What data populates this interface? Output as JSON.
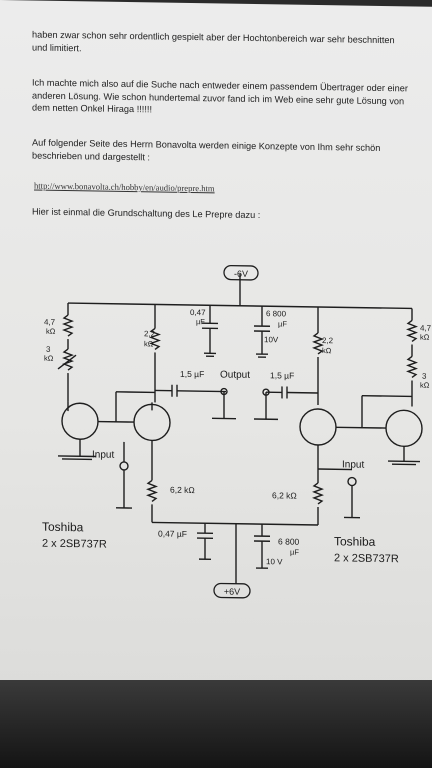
{
  "paragraphs": [
    "haben zwar schon sehr ordentlich gespielt aber der Hochtonbereich war sehr beschnitten und limitiert.",
    "Ich machte mich also auf die Suche nach entweder einem passendem Übertrager oder einer anderen Lösung. Wie schon hundertemal zuvor fand ich im Web eine sehr gute Lösung von dem netten Onkel Hiraga !!!!!!",
    "Auf folgender Seite des Herrn Bonavolta werden einige Konzepte von Ihm sehr schön beschrieben und dargestellt :"
  ],
  "link": "http://www.bonavolta.ch/hobby/en/audio/prepre.htm",
  "caption": "Hier ist einmal die Grundschaltung des Le Prepre dazu :",
  "schematic": {
    "supply_top": "-6V",
    "supply_bottom": "+6V",
    "cap_top_left": [
      "0,47",
      "µF"
    ],
    "cap_top_right": [
      "6 800",
      "µF",
      "10V"
    ],
    "res_left_top": [
      "4,7",
      "kΩ"
    ],
    "pot_left": [
      "3",
      "kΩ"
    ],
    "res_22_left": [
      "2,2",
      "kΩ"
    ],
    "res_22_right": [
      "2,2",
      "kΩ"
    ],
    "res_right_top": [
      "4,7",
      "kΩ"
    ],
    "pot_right": [
      "3",
      "kΩ"
    ],
    "cap_coupling_left": "1,5 µF",
    "cap_coupling_right": "1,5 µF",
    "output": "Output",
    "input_left": "Input",
    "input_right": "Input",
    "res_62_left": "6,2 kΩ",
    "res_62_right": "6,2 kΩ",
    "cap_bottom_left": "0,47 µF",
    "cap_bottom_right": [
      "6 800",
      "µF",
      "10 V"
    ],
    "brand_left": "Toshiba",
    "part_left": "2 x 2SB737R",
    "brand_right": "Toshiba",
    "part_right": "2 x 2SB737R"
  }
}
